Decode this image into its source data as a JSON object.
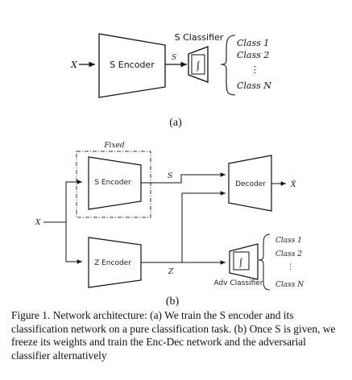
{
  "panel_a": {
    "input": "X",
    "encoder": "S Encoder",
    "edge_s": "S",
    "classifier_title": "S Classifier",
    "integral": "∫",
    "classes": [
      "Class 1",
      "Class 2",
      "⋮",
      "Class N"
    ],
    "sublabel": "(a)"
  },
  "panel_b": {
    "fixed": "Fixed",
    "input": "X",
    "s_encoder": "S Encoder",
    "z_encoder": "Z Encoder",
    "edge_s": "S",
    "edge_z": "Z",
    "decoder": "Decoder",
    "output": "X̃",
    "integral": "∫",
    "adv_classifier": "Adv Classifier",
    "classes": [
      "Class 1",
      "Class 2",
      "⋮",
      "Class N"
    ],
    "sublabel": "(b)"
  },
  "caption": "Figure 1. Network architecture: (a) We train the S encoder and its classification network on a pure classification task. (b) Once S is given, we freeze its weights and train the Enc-Dec network and the adversarial classifier alternatively"
}
